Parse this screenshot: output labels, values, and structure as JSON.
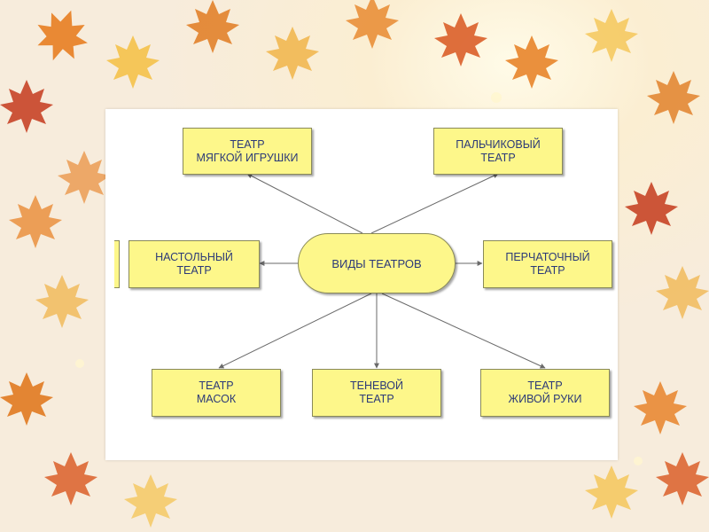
{
  "diagram": {
    "center": "ВИДЫ ТЕАТРОВ",
    "nodes": {
      "soft_toy": "ТЕАТР\nМЯГКОЙ ИГРУШКИ",
      "finger": "ПАЛЬЧИКОВЫЙ\nТЕАТР",
      "tabletop": "НАСТОЛЬНЫЙ\nТЕАТР",
      "glove": "ПЕРЧАТОЧНЫЙ\nТЕАТР",
      "masks": "ТЕАТР\nМАСОК",
      "shadow": "ТЕНЕВОЙ\nТЕАТР",
      "live_hand": "ТЕАТР\nЖИВОЙ РУКИ"
    }
  },
  "colors": {
    "box_fill": "#fdf78a",
    "box_border": "#8a8a58",
    "text": "#2c3a78",
    "connector": "#6a6a6a",
    "leaf_orange": "#e8842a",
    "leaf_red": "#c43a1c",
    "leaf_yellow": "#f4c24a"
  }
}
